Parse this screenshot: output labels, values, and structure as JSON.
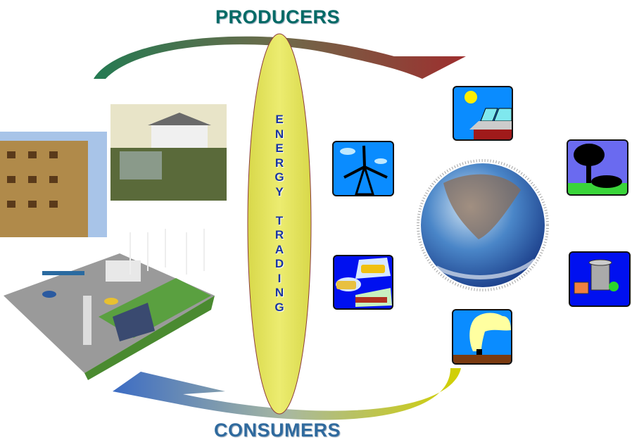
{
  "header": {
    "producers_label": "PRODUCERS"
  },
  "footer": {
    "consumers_label": "CONSUMERS"
  },
  "center": {
    "letters": [
      "E",
      "N",
      "E",
      "R",
      "G",
      "Y",
      "",
      "T",
      "R",
      "A",
      "D",
      "I",
      "N",
      "G"
    ]
  },
  "icons": [
    "wind-turbine-icon",
    "solar-panel-icon",
    "tree-biomass-icon",
    "waste-bin-icon",
    "smokestack-icon",
    "transport-icon"
  ],
  "colors": {
    "producers": "#006a66",
    "consumers": "#2f6a9e",
    "ellipse": "#e0e05a",
    "letters": "#1a35a0"
  }
}
